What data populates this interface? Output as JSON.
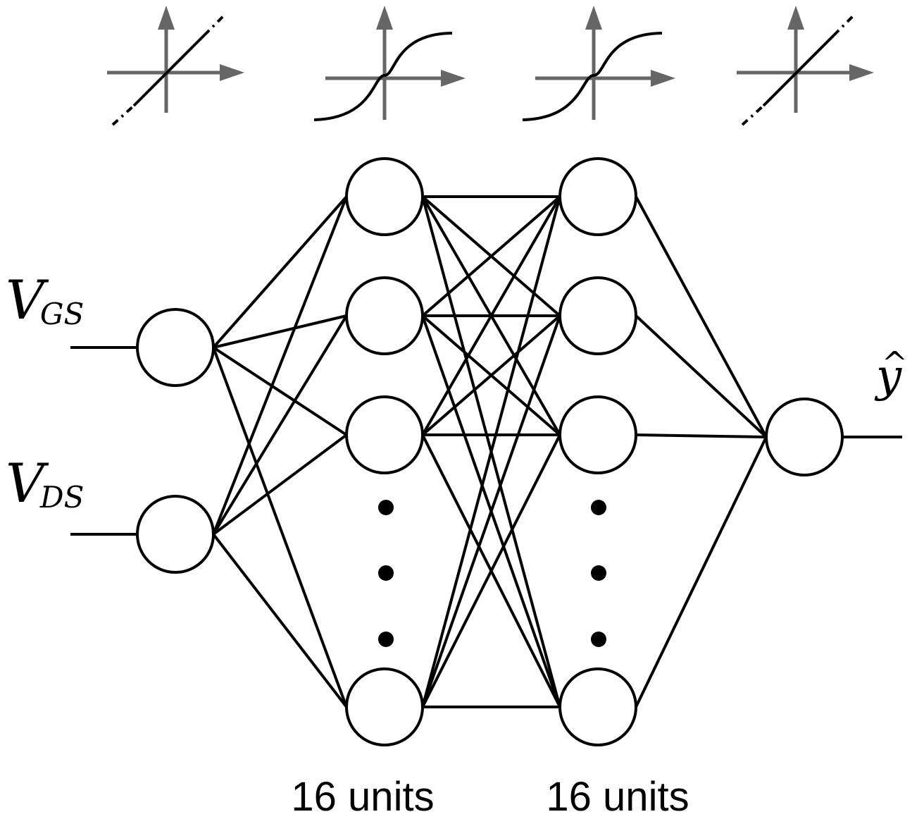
{
  "inputs": [
    {
      "main": "V",
      "sub": "GS"
    },
    {
      "main": "V",
      "sub": "DS"
    }
  ],
  "output": {
    "symbol": "y",
    "accent": "^"
  },
  "hidden_layers": [
    {
      "units_label": "16 units",
      "activation": "tanh-icon"
    },
    {
      "units_label": "16 units",
      "activation": "tanh-icon"
    }
  ],
  "activations": [
    "linear-icon",
    "tanh-icon",
    "tanh-icon",
    "linear-icon"
  ],
  "colors": {
    "edge": "#000000",
    "axis": "#666666",
    "background": "#ffffff"
  }
}
